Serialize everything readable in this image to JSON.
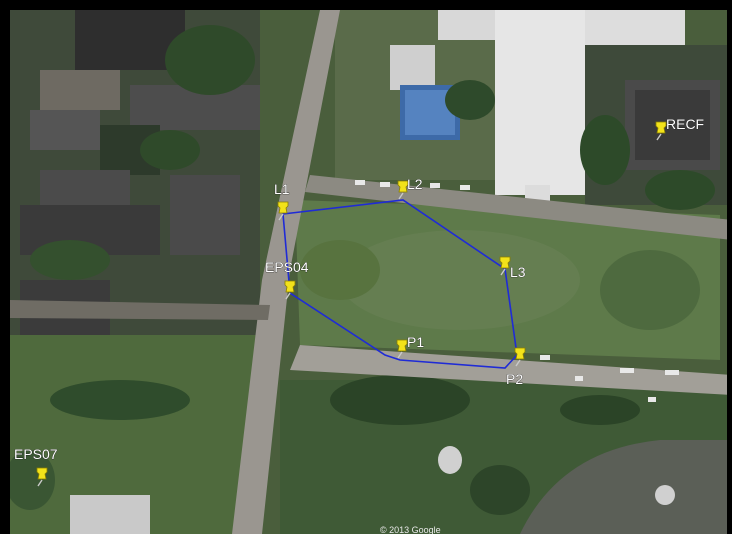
{
  "map": {
    "copyright": "© 2013 Google",
    "boundary_color": "#1f2bd6",
    "pin_color": "#f2e21a",
    "markers": [
      {
        "id": "RECF",
        "label": "RECF"
      },
      {
        "id": "L1",
        "label": "L1"
      },
      {
        "id": "L2",
        "label": "L2"
      },
      {
        "id": "L3",
        "label": "L3"
      },
      {
        "id": "EPS04",
        "label": "EPS04"
      },
      {
        "id": "P1",
        "label": "P1"
      },
      {
        "id": "P2",
        "label": "P2"
      },
      {
        "id": "EPS07",
        "label": "EPS07"
      }
    ]
  }
}
